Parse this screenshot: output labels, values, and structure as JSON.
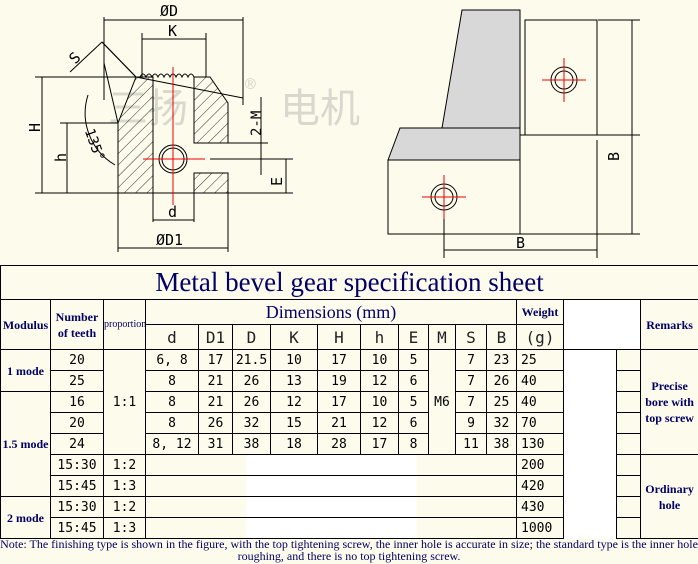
{
  "drawing": {
    "labels": {
      "D": "ØD",
      "K": "K",
      "S": "S",
      "angle": "135°",
      "H": "H",
      "h": "h",
      "M": "2-M",
      "E": "E",
      "d": "d",
      "D1": "ØD1",
      "B_vertical": "B",
      "B_horizontal": "B"
    },
    "watermark": "三扬® 电机"
  },
  "table": {
    "title": "Metal bevel gear specification sheet",
    "headers": {
      "modulus": "Modulus",
      "teeth": "Number of teeth",
      "proportion": "proportion",
      "dimensions": "Dimensions (mm)",
      "weight": "Weight",
      "weight_unit": "(g)",
      "remarks": "Remarks"
    },
    "dim_letters": [
      "d",
      "D1",
      "D",
      "K",
      "H",
      "h",
      "E",
      "M",
      "S",
      "B"
    ],
    "modulus_labels": [
      "1 mode",
      "1.5 mode",
      "2 mode"
    ],
    "proportions": [
      "1:1",
      "1:2",
      "1:3",
      "1:2",
      "1:3"
    ],
    "m_value": "M6",
    "rows": [
      {
        "teeth": "20",
        "d": "6, 8",
        "D1": "17",
        "D": "21.5",
        "K": "10",
        "H": "17",
        "h": "10",
        "E": "5",
        "S": "7",
        "B": "23",
        "weight": "25"
      },
      {
        "teeth": "25",
        "d": "8",
        "D1": "21",
        "D": "26",
        "K": "13",
        "H": "19",
        "h": "12",
        "E": "6",
        "S": "7",
        "B": "26",
        "weight": "40"
      },
      {
        "teeth": "16",
        "d": "8",
        "D1": "21",
        "D": "26",
        "K": "12",
        "H": "17",
        "h": "10",
        "E": "5",
        "S": "7",
        "B": "25",
        "weight": "40"
      },
      {
        "teeth": "20",
        "d": "8",
        "D1": "26",
        "D": "32",
        "K": "15",
        "H": "21",
        "h": "12",
        "E": "6",
        "S": "9",
        "B": "32",
        "weight": "70"
      },
      {
        "teeth": "24",
        "d": "8, 12",
        "D1": "31",
        "D": "38",
        "K": "18",
        "H": "28",
        "h": "17",
        "E": "8",
        "S": "11",
        "B": "38",
        "weight": "130"
      },
      {
        "teeth": "15:30",
        "weight": "200"
      },
      {
        "teeth": "15:45",
        "weight": "420"
      },
      {
        "teeth": "15:30",
        "weight": "430"
      },
      {
        "teeth": "15:45",
        "weight": "1000"
      }
    ],
    "remarks": [
      "Precise bore with top screw",
      "Ordinary hole"
    ]
  },
  "note": "Note: The finishing type is shown in the figure, with the top tightening screw, the inner hole is accurate in size; the standard type is the inner hole roughing, and there is no top tightening screw."
}
